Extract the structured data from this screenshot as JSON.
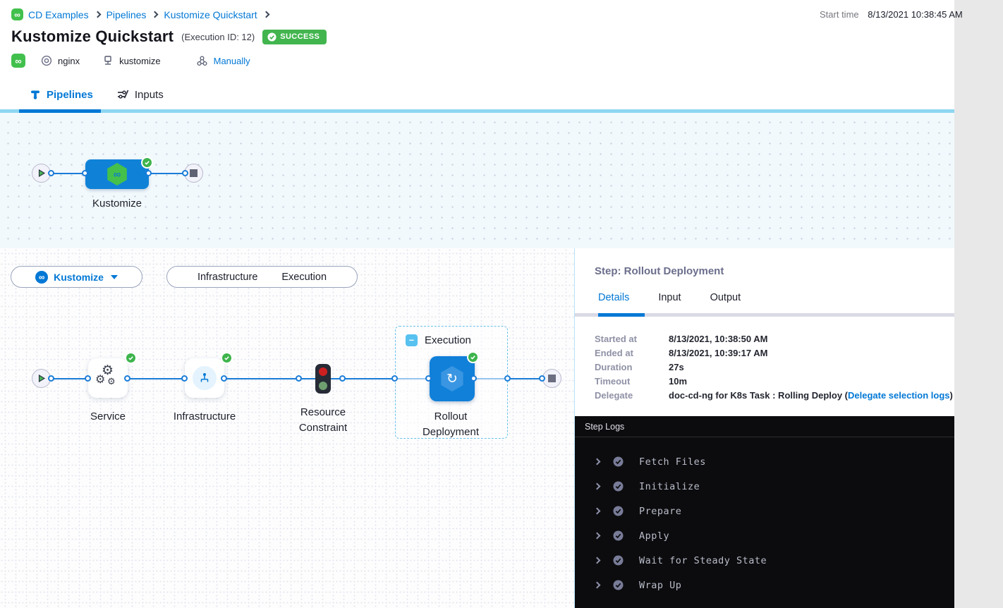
{
  "breadcrumb": {
    "items": [
      "CD Examples",
      "Pipelines",
      "Kustomize Quickstart"
    ]
  },
  "header": {
    "title": "Kustomize Quickstart",
    "execution_id": "(Execution ID: 12)",
    "status_badge": "SUCCESS",
    "start_time_label": "Start time",
    "start_time_value": "8/13/2021 10:38:45 AM",
    "service": "nginx",
    "environment": "kustomize",
    "trigger": "Manually"
  },
  "tabs": {
    "pipelines": "Pipelines",
    "inputs": "Inputs"
  },
  "stage_graph": {
    "stage_label": "Kustomize"
  },
  "execution_graph": {
    "stage_selector": "Kustomize",
    "toggle_infrastructure": "Infrastructure",
    "toggle_execution": "Execution",
    "node_service": "Service",
    "node_infrastructure": "Infrastructure",
    "node_resource_constraint": "Resource Constraint",
    "node_rollout": "Rollout Deployment",
    "group_label": "Execution"
  },
  "details_panel": {
    "title": "Step: Rollout Deployment",
    "tabs": [
      "Details",
      "Input",
      "Output"
    ],
    "rows": [
      {
        "label": "Started at",
        "value": "8/13/2021, 10:38:50 AM"
      },
      {
        "label": "Ended at",
        "value": "8/13/2021, 10:39:17 AM"
      },
      {
        "label": "Duration",
        "value": "27s"
      },
      {
        "label": "Timeout",
        "value": "10m"
      }
    ],
    "delegate": {
      "label": "Delegate",
      "value_prefix": "doc-cd-ng for K8s Task : Rolling Deploy (",
      "link": "Delegate selection logs",
      "value_suffix": ")"
    }
  },
  "logs": {
    "title": "Step Logs",
    "entries": [
      "Fetch Files",
      "Initialize",
      "Prepare",
      "Apply",
      "Wait for Steady State",
      "Wrap Up"
    ]
  },
  "icons": {
    "cd_glyph": "∞",
    "gear_glyph": "⚙",
    "rollout_glyph": "↻",
    "minus_glyph": "–"
  },
  "colors": {
    "accent_blue": "#0278d5",
    "success_green": "#42b54e",
    "node_blue": "#0f82d8",
    "cyan_underline": "#8ed7f1",
    "logs_bg": "#0c0c0e",
    "panel_label_gray": "#8f91a6"
  }
}
